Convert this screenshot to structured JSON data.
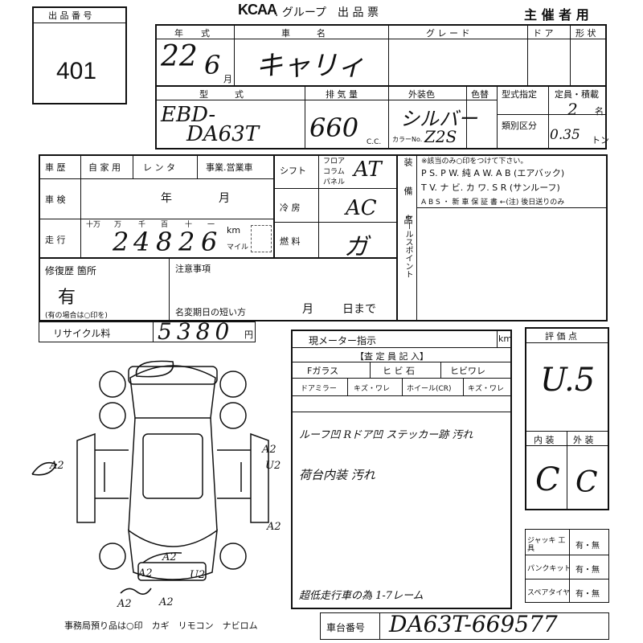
{
  "header": {
    "lot_label": "出 品 番 号",
    "lot_number": "401",
    "logo": "KCAA",
    "title": ". グループ　出 品 票",
    "organizer": "主 催 者 用"
  },
  "vehicle": {
    "year_label": "年　　式",
    "year_value": "22",
    "month_value": "6",
    "month_unit": "月",
    "name_label": "車　　　名",
    "name_value": "キャリィ",
    "grade_label": "グ レ ー ド",
    "doors_label": "ド ア",
    "body_label": "形 状",
    "model_label": "型　　　式",
    "model_value_1": "EBD-",
    "model_value_2": "DA63T",
    "displacement_label": "排 気 量",
    "displacement_value": "660",
    "cc_unit": "C.C.",
    "color_label": "外装色",
    "color_value": "シルバー",
    "color_no_label": "カラーNo.",
    "color_no_value": "Z2S",
    "color_change_label": "色替",
    "type_code_label": "型式指定",
    "class_label": "類別区分",
    "capacity_label": "定員・積載",
    "capacity_value": "2",
    "capacity_unit": "名",
    "load_value": "0.35",
    "load_unit": "トン"
  },
  "history": {
    "label": "車 歴",
    "options": [
      "自 家 用",
      "レ ン タ",
      "事業.営業車"
    ],
    "inspection_label": "車 検",
    "inspection_year": "年",
    "inspection_month": "月",
    "mileage_label": "走 行",
    "digit_units": [
      "十万",
      "万",
      "千",
      "百",
      "十",
      "一"
    ],
    "mileage_digits": [
      "2",
      "4",
      "8",
      "2",
      "6"
    ],
    "km_label": "km",
    "mile_label": "マイル",
    "shift_label": "シフト",
    "shift_options": [
      "フロア",
      "コラム",
      "パネル"
    ],
    "shift_value": "AT",
    "aircon_label": "冷 房",
    "aircon_value": "AC",
    "fuel_label": "燃 料",
    "fuel_value": "ガ"
  },
  "equipment": {
    "label": "装 備 品",
    "line1": "※該当のみ○印をつけて下さい。",
    "line2": "P S. P W. 純 A W. A B (エアバック)",
    "line3": "T V. ナ ビ. カ ワ. S R (サンルーフ)",
    "line4": "A B S ・ 新 車 保 証 書 ←(注) 後日送りのみ",
    "sales_label": "セールスポイント"
  },
  "repair": {
    "label": "修復歴 箇所",
    "value": "有",
    "note": "(有の場合は○印を)",
    "notice_label": "注意事項",
    "deadline_label": "名変期日の短い方",
    "deadline_month": "月",
    "deadline_day": "日まで"
  },
  "recycle": {
    "label": "リサイクル料",
    "value": "5380",
    "unit": "円"
  },
  "inspection": {
    "meter_label": "現メーター指示",
    "meter_unit": "km",
    "record_label": "【査 定 員 記 入】",
    "items_row1": [
      "Fガラス",
      "ヒ ビ 石",
      "ヒビワレ"
    ],
    "items_row2": [
      "ドアミラー",
      "キズ・ワレ",
      "ホイール(CR)",
      "キズ・ワレ"
    ],
    "comment1": "ルーフ凹 Rドア凹 ステッカー跡 汚れ",
    "comment2": "荷台内装 汚れ",
    "comment3": "超低走行車の為 1-7レーム"
  },
  "evaluation": {
    "label": "評 価 点",
    "score": "U.5",
    "interior_label": "内 装",
    "exterior_label": "外 装",
    "interior_grade": "C",
    "exterior_grade": "C"
  },
  "tools": {
    "jack_label": "ジャッキ 工 具",
    "puncture_label": "パンクキット",
    "spare_label": "スペアタイヤ",
    "options": "有・無"
  },
  "diagram": {
    "marks": [
      "A2",
      "U2",
      "A2",
      "A2",
      "A2",
      "A2",
      "U2",
      "A2",
      "A2"
    ]
  },
  "footer": {
    "office_note": "事務局預り品は○印　カギ　リモコン　ナビロム",
    "chassis_label": "車台番号",
    "chassis_value": "DA63T-669577"
  }
}
